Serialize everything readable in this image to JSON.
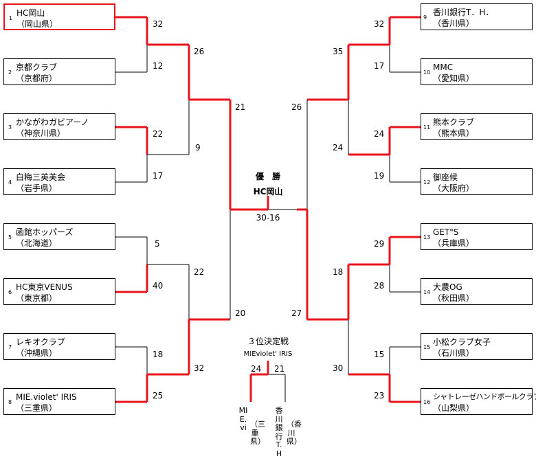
{
  "left_teams": [
    {
      "seed": "1",
      "name": "HC岡山",
      "pref": "（岡山県）",
      "champion": true
    },
    {
      "seed": "2",
      "name": "京都クラブ",
      "pref": "（京都府）"
    },
    {
      "seed": "3",
      "name": "かながわガビアーノ",
      "pref": "（神奈川県）"
    },
    {
      "seed": "4",
      "name": "白梅三英芙会",
      "pref": "（岩手県）"
    },
    {
      "seed": "5",
      "name": "函館ホッパーズ",
      "pref": "（北海道）"
    },
    {
      "seed": "6",
      "name": "HC東京VENUS",
      "pref": "（東京都）"
    },
    {
      "seed": "7",
      "name": "レキオクラブ",
      "pref": "（沖縄県）"
    },
    {
      "seed": "8",
      "name": "MIE.violet' IRIS",
      "pref": "（三重県）"
    }
  ],
  "right_teams": [
    {
      "seed": "9",
      "name": "香川銀行T．H．",
      "pref": "（香川県）"
    },
    {
      "seed": "10",
      "name": "MMC",
      "pref": "（愛知県）"
    },
    {
      "seed": "11",
      "name": "熊本クラブ",
      "pref": "（熊本県）"
    },
    {
      "seed": "12",
      "name": "御座候",
      "pref": "（大阪府）"
    },
    {
      "seed": "13",
      "name": "GET\"S",
      "pref": "（兵庫県）"
    },
    {
      "seed": "14",
      "name": "大農OG",
      "pref": "（秋田県）"
    },
    {
      "seed": "15",
      "name": "小松クラブ女子",
      "pref": "（石川県）"
    },
    {
      "seed": "16",
      "name": "シャトレーゼハンドボールクラブ",
      "pref": "（山梨県）"
    }
  ],
  "scores": {
    "left_r1": [
      "32",
      "12",
      "22",
      "17",
      "5",
      "40",
      "18",
      "25"
    ],
    "left_r2": [
      "26",
      "9",
      "22",
      "32"
    ],
    "left_r3": [
      "21",
      "20"
    ],
    "right_r1": [
      "32",
      "17",
      "24",
      "19",
      "29",
      "28",
      "15",
      "23"
    ],
    "right_r2": [
      "35",
      "24",
      "18",
      "30"
    ],
    "right_r3": [
      "26",
      "27"
    ]
  },
  "final": {
    "title": "優　勝",
    "winner": "HC岡山",
    "score": "30-16"
  },
  "third_place": {
    "title": "３位決定戦",
    "winner": "MIEviolet' IRIS",
    "score_left": "24",
    "score_right": "21",
    "team_left_name": "MIE.vi",
    "team_left_pref": "（三重県）",
    "team_right_name": "香川銀行T.H",
    "team_right_pref": "（香川県）"
  },
  "colors": {
    "winner_line": "#e8141c",
    "line": "#000000"
  }
}
